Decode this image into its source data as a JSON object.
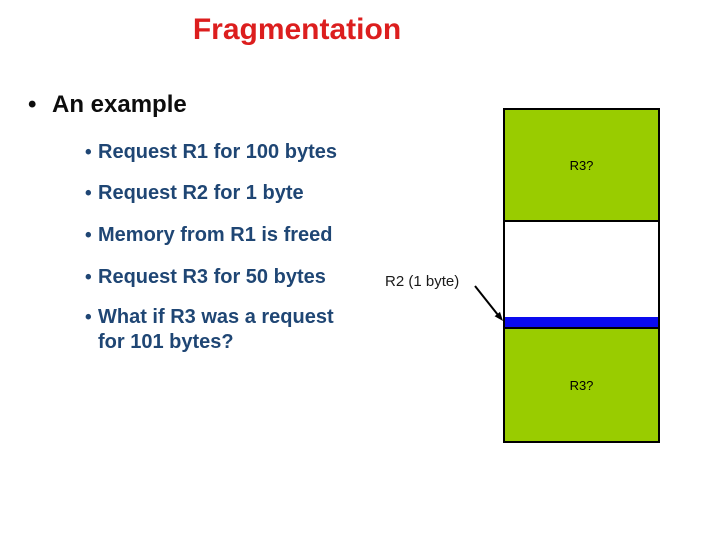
{
  "slide": {
    "title": "Fragmentation",
    "bullet_char": "•",
    "level1_text": "An example",
    "sub_bullets": [
      "Request R1 for 100 bytes",
      "Request R2 for 1 byte",
      "Memory from R1 is freed",
      "Request R3 for 50 bytes"
    ],
    "sub_bullet_wrap": {
      "line1": "What if R3 was a request",
      "line2": "for 101 bytes?"
    },
    "callout_label": "R2 (1 byte)",
    "diagram": {
      "top_block_label": "R3?",
      "bottom_block_label": "R3?"
    },
    "colors": {
      "title_red": "#DC1E1E",
      "bullet_navy": "#1F4674",
      "level1_black": "#0d0d0d",
      "block_green": "#99CC00",
      "strip_blue": "#0A0AEE",
      "outline_black": "#000000"
    }
  }
}
